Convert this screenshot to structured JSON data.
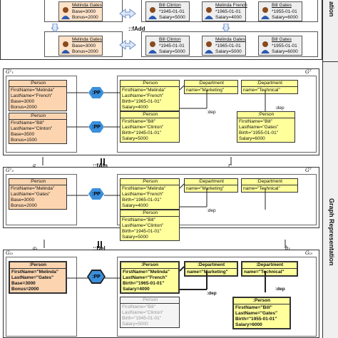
{
  "sidebar": {
    "top_label": "ation",
    "bottom_label": "Graph Representation"
  },
  "top": {
    "op_add": "::fAdd",
    "cards_left": [
      {
        "name": "Melinda Gates",
        "l1": "Base=3000",
        "l2": "Bonus=2000"
      }
    ],
    "cards_right": [
      {
        "name": "Bill Clinton",
        "l1": "*1945-01-01",
        "l2": "Salary=5000"
      },
      {
        "name": "Melinda French",
        "l1": "*1965-01-01",
        "l2": "Salary=4000"
      },
      {
        "name": "Bill Gates",
        "l1": "*1955-01-01",
        "l2": "Salary=6000"
      }
    ],
    "cards_left2": [
      {
        "name": "Melinda Gates",
        "l1": "Base=3000",
        "l2": "Bonus=2000"
      }
    ],
    "cards_right2": [
      {
        "name": "Bill Clinton",
        "l1": "*1945-01-01",
        "l2": "Salary=5000"
      },
      {
        "name": "Melinda Gates",
        "l1": "*1965-01-01",
        "l2": "Salary=5000"
      },
      {
        "name": "Bill Gates",
        "l1": "*1955-01-01",
        "l2": "Salary=6000"
      }
    ]
  },
  "panels": [
    {
      "left_label": "G¹₁",
      "right_label": "Gᵀ",
      "pp": ":PP",
      "left_nodes": [
        {
          "hd": ":Person",
          "lines": [
            "FirstName=\"Melinda\"",
            "LastName=\"French\"",
            "Base=3000",
            "Bonus=2000"
          ]
        },
        {
          "hd": ":Person",
          "lines": [
            "FirstName=\"Bill\"",
            "LastName=\"Clinton\"",
            "Base=3500",
            "Bonus=1500"
          ]
        }
      ],
      "right_nodes": [
        {
          "hd": ":Person",
          "lines": [
            "FirstName=\"Melinda\"",
            "LastName=\"French\"",
            "Birth=\"1965-01-01\"",
            "Salary=4000"
          ]
        },
        {
          "hd": ":Person",
          "lines": [
            "FirstName=\"Bill\"",
            "LastName=\"Clinton\"",
            "Birth=\"1945-01-01\"",
            "Salary=5000"
          ]
        }
      ],
      "departments": [
        {
          "hd": ":Department",
          "lines": [
            "name=\"Marketing\""
          ]
        },
        {
          "hd": ":Department",
          "lines": [
            "name=\"Technical\""
          ]
        }
      ],
      "extra_node": {
        "hd": ":Person",
        "lines": [
          "FirstName=\"Bill\"",
          "LastName=\"Gates\"",
          "Birth=\"1955-01-01\"",
          "Salary=6000"
        ]
      },
      "dep1": ":dep",
      "dep2": ":dep"
    },
    {
      "left_label": "G¹₂",
      "right_label": "Gᵀ",
      "op": "::fAln",
      "a": "a",
      "r": "r",
      "pp": ":PP",
      "left_nodes": [
        {
          "hd": ":Person",
          "lines": [
            "FirstName=\"Melinda\"",
            "LastName=\"Gates\"",
            "Base=3000",
            "Bonus=2000"
          ]
        }
      ],
      "right_nodes": [
        {
          "hd": ":Person",
          "lines": [
            "FirstName=\"Melinda\"",
            "LastName=\"French\"",
            "Birth=\"1965-01-01\"",
            "Salary=4000"
          ]
        },
        {
          "hd": ":Person",
          "lines": [
            "FirstName=\"Bill\"",
            "LastName=\"Clinton\"",
            "Birth=\"1945-01-01\"",
            "Salary=5000"
          ]
        }
      ],
      "departments": [
        {
          "hd": ":Department",
          "lines": [
            "name=\"Marketing\""
          ]
        },
        {
          "hd": ":Department",
          "lines": [
            "name=\"Technical\""
          ]
        }
      ],
      "dep1": ":dep"
    },
    {
      "left_label": "Gₗ₃",
      "right_label": "Gₗ₃",
      "op": "::Del",
      "a": "a₁",
      "b": "b₁",
      "pp": ":PP",
      "left_nodes": [
        {
          "hd": ":Person",
          "lines": [
            "FirstName=\"Melinda\"",
            "LastName=\"Gates\"",
            "Base=3000",
            "Bonus=2000"
          ]
        }
      ],
      "right_nodes": [
        {
          "hd": ":Person",
          "lines": [
            "FirstName=\"Melinda\"",
            "LastName=\"French\"",
            "Birth=\"1965-01-01\"",
            "Salary=4000"
          ]
        },
        {
          "hd": ":Person",
          "lines": [
            "FirstName=\"Bill\"",
            "LastName=\"Clinton\"",
            "Birth=\"1945-01-01\"",
            "Salary=5000"
          ]
        }
      ],
      "departments": [
        {
          "hd": ":Department",
          "lines": [
            "name=\"Marketing\""
          ]
        },
        {
          "hd": ":Department",
          "lines": [
            "name=\"Technical\""
          ]
        }
      ],
      "extra_node": {
        "hd": ":Person",
        "lines": [
          "FirstName=\"Bill\"",
          "LastName=\"Gates\"",
          "Birth=\"1955-01-01\"",
          "Salary=6000"
        ]
      },
      "dep1": ":dep",
      "dep2": ":dep"
    }
  ]
}
